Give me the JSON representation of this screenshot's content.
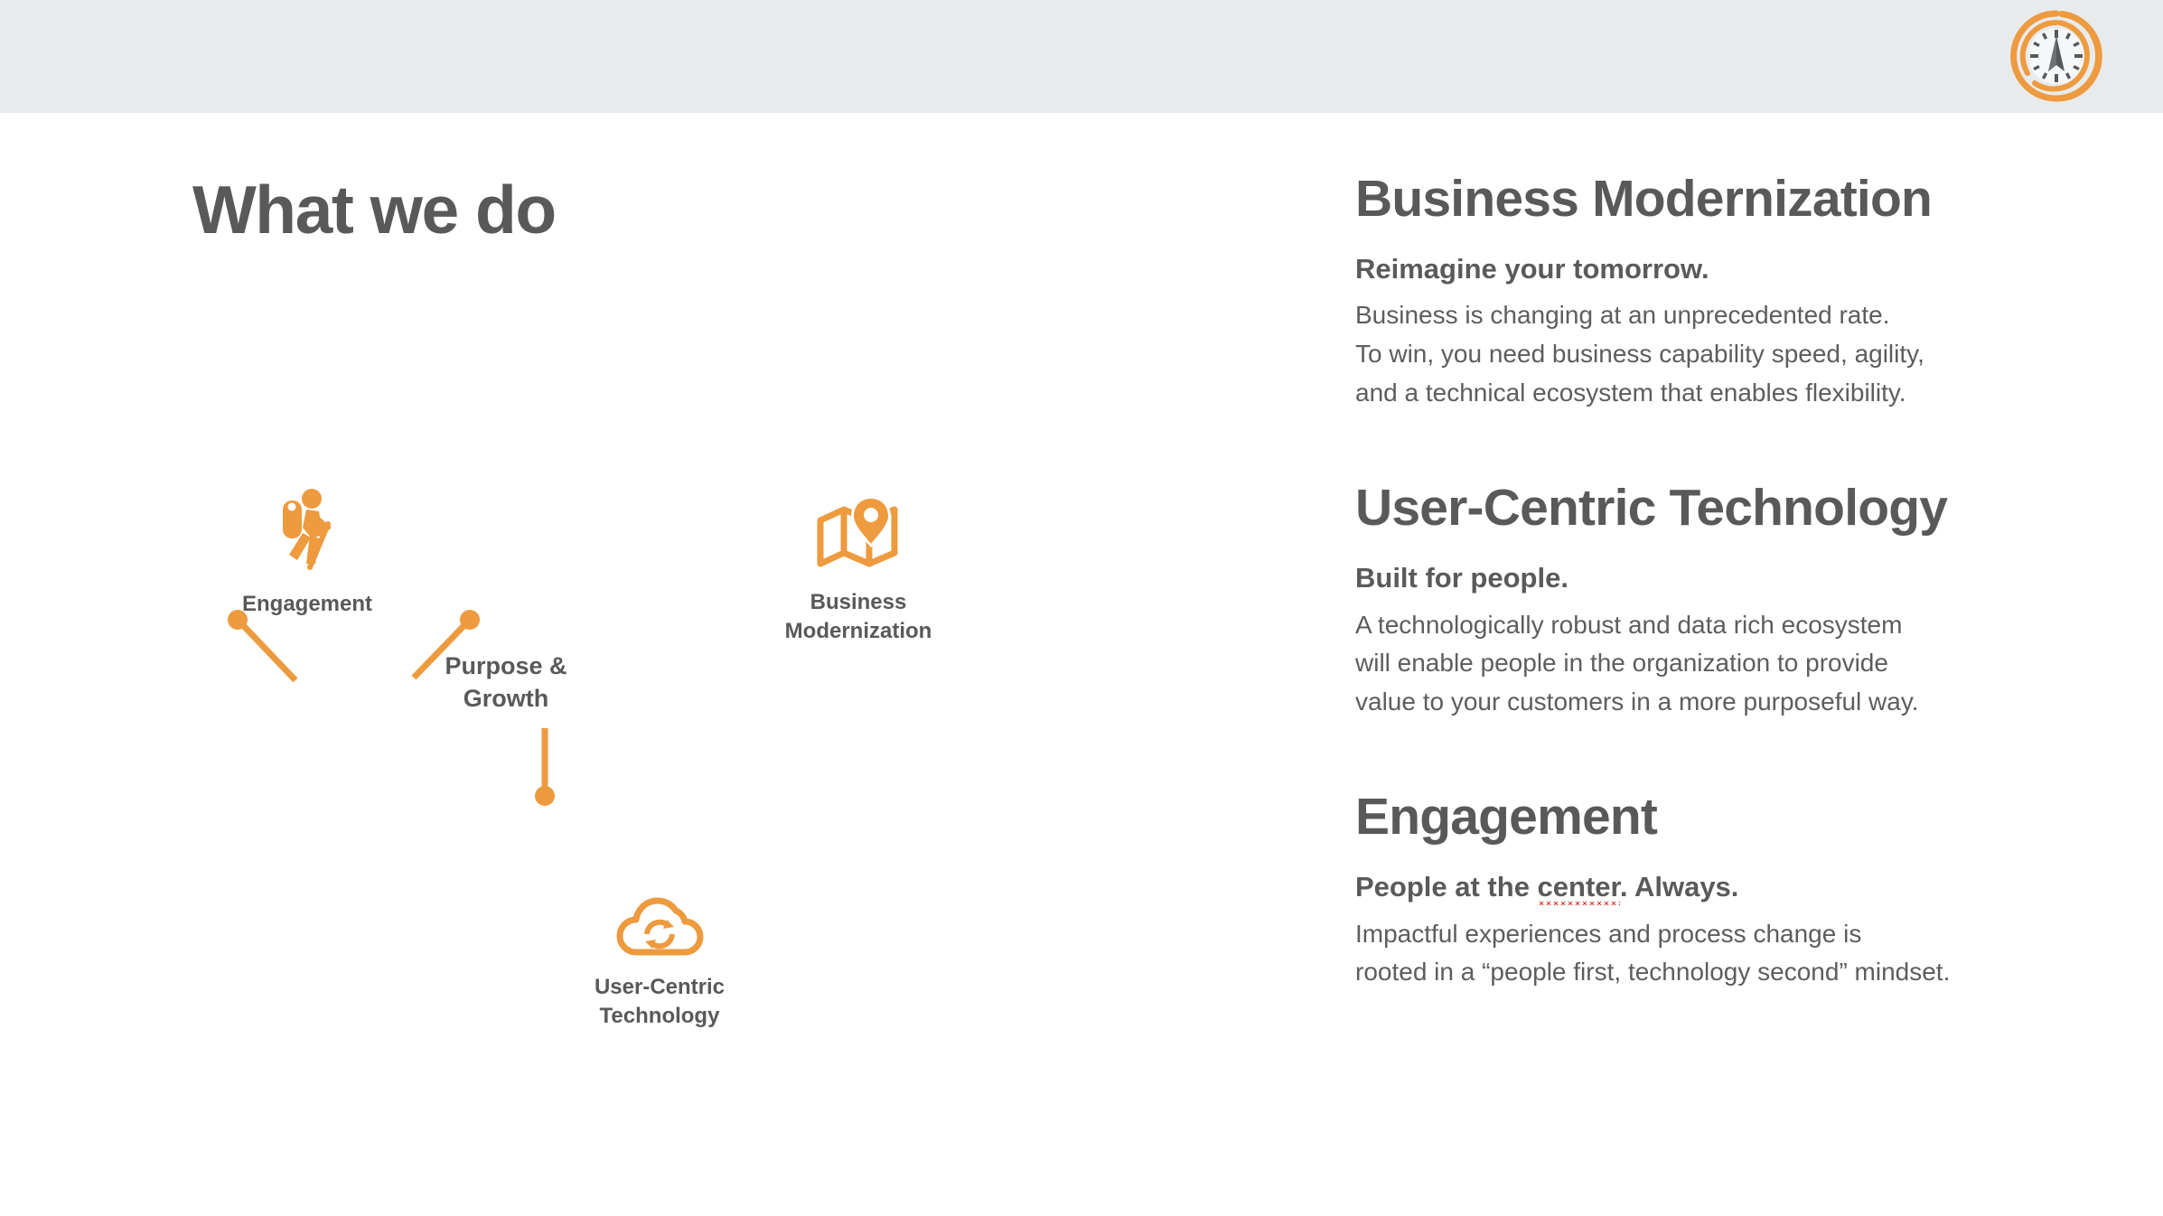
{
  "theme": {
    "accent_orange": "#ee9a3e",
    "text_gray": "#595959",
    "header_band": "#e8ebec",
    "background": "#ffffff",
    "spellcheck_red": "#e03c31"
  },
  "header": {
    "logo_name": "compass-logo"
  },
  "slide": {
    "title": "What we do"
  },
  "diagram": {
    "hub_label": "Purpose &\nGrowth",
    "nodes": [
      {
        "id": "engagement",
        "icon": "hiker-icon",
        "label": "Engagement"
      },
      {
        "id": "business",
        "icon": "map-pin-icon",
        "label": "Business\nModernization"
      },
      {
        "id": "user-centric",
        "icon": "cloud-sync-icon",
        "label": "User-Centric\nTechnology"
      }
    ]
  },
  "content": {
    "sections": [
      {
        "title": "Business Modernization",
        "lead": "Reimagine your tomorrow.",
        "lead_prefix": "",
        "lead_error": "",
        "lead_suffix": "",
        "body": [
          "Business is changing at an unprecedented rate.",
          "To win, you need business capability speed, agility,",
          "and a technical ecosystem that enables flexibility."
        ]
      },
      {
        "title": "User-Centric Technology",
        "lead": "Built for people.",
        "lead_prefix": "",
        "lead_error": "",
        "lead_suffix": "",
        "body": [
          "A technologically robust and data rich ecosystem",
          "will enable people in the organization to provide",
          "value to your customers in a more purposeful way."
        ]
      },
      {
        "title": "Engagement",
        "lead": "People at the center. Always.",
        "lead_prefix": "People at the ",
        "lead_error": "center",
        "lead_suffix": ". Always.",
        "body": [
          "Impactful experiences and process change is",
          "rooted in a “people first, technology second” mindset."
        ]
      }
    ]
  }
}
